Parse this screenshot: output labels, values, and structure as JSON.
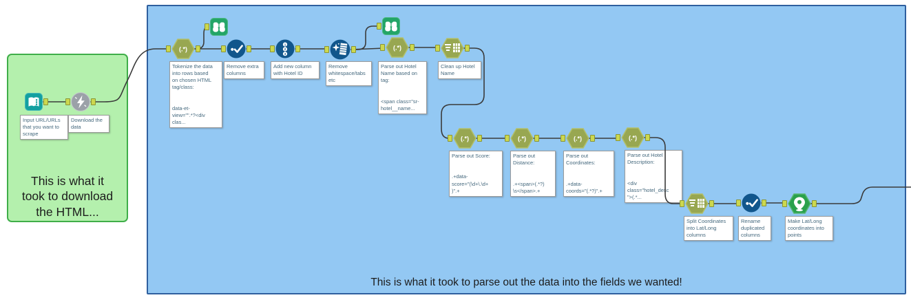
{
  "captions": {
    "download": "This is what it\ntook to download\nthe HTML...",
    "parse": "This is what it took to parse out the data into the fields we wanted!"
  },
  "icons": {
    "regex_label": "(.*)"
  },
  "colors": {
    "download_box_fill": "#b4f0ad",
    "download_box_border": "#3fae49",
    "parse_box_fill": "#93c8f3",
    "parse_box_border": "#2e5f9e",
    "regex_tool_fill": "#98a751",
    "browse_tool_fill": "#23a567",
    "blue_tool_fill": "#11568c",
    "input_tool_fill": "#13a0a0",
    "download_tool_fill": "#9ba1a8",
    "create_points_fill": "#2aa14c",
    "anchor_fill": "#ccd84f",
    "annotation_text": "#44687d",
    "wire": "#3a3a3a"
  },
  "tools": {
    "input_data": {
      "label": "Input Data",
      "annotation": "Input URL/URLs\nthat you want to\nscrape"
    },
    "download": {
      "label": "Download",
      "annotation": "Download the\ndata"
    },
    "regex_tokenize": {
      "label": "RegEx",
      "annotation": "Tokenize the data\ninto rows based\non chosen HTML\ntag/class:\n\n\ndata-et-\nview=\"\".*?<div\nclas..."
    },
    "browse_1": {
      "label": "Browse"
    },
    "select_1": {
      "label": "Select",
      "annotation": "Remove extra\ncolumns"
    },
    "record_id": {
      "label": "Record ID",
      "annotation": "Add new column\nwith Hotel ID"
    },
    "data_cleansing": {
      "label": "Data Cleansing",
      "annotation": "Remove\nwhitespace/tabs\netc"
    },
    "browse_2": {
      "label": "Browse"
    },
    "regex_hotel_name": {
      "label": "RegEx",
      "annotation": "Parse out Hotel\nName based on\ntag:\n\n\n<span class=\"sr-\nhotel__name..."
    },
    "formula_cleanup": {
      "label": "Formula",
      "annotation": "Clean up Hotel\nName"
    },
    "regex_score": {
      "label": "RegEx",
      "annotation": "Parse out Score:\n\n\n.+data-\nscore=\"(\\d+\\.\\d+\n)\".+"
    },
    "regex_distance": {
      "label": "RegEx",
      "annotation": "Parse out\nDistance:\n\n\n.+<span>(.*?)\n\\s</span>.+"
    },
    "regex_coordinates": {
      "label": "RegEx",
      "annotation": "Parse out\nCoordinates:\n\n\n.+data-\ncoords=\"(.*?)\".+"
    },
    "regex_description": {
      "label": "RegEx",
      "annotation": "Parse out Hotel\nDescription:\n\n\n<div\nclass=\"hotel_desc\n\">(.*..."
    },
    "text_to_columns": {
      "label": "Text To Columns",
      "annotation": "Split Coordinates\ninto Lat/Long\ncolumns"
    },
    "select_2": {
      "label": "Select",
      "annotation": "Rename\nduplicated\ncolumns"
    },
    "create_points": {
      "label": "Create Points",
      "annotation": "Make Lat/Long\ncoordinates into\npoints"
    }
  }
}
